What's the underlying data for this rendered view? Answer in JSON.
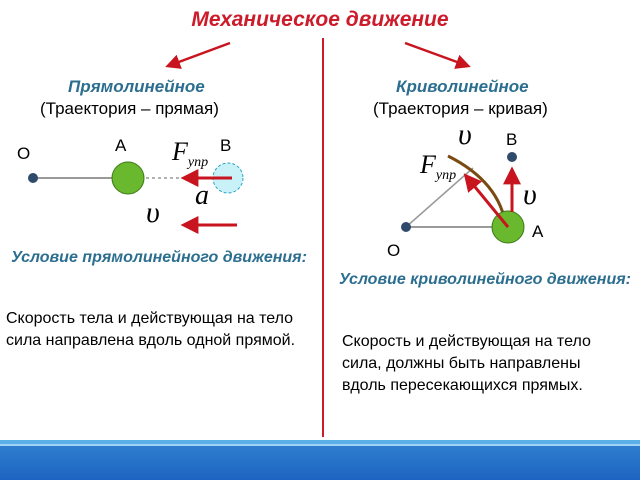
{
  "title": "Механическое движение",
  "left": {
    "heading": "Прямолинейное",
    "subheading": "(Траектория – прямая)",
    "point_o": "О",
    "point_a": "А",
    "point_b": "В",
    "force_label": "F",
    "force_sub": "упр",
    "accel_label": "a",
    "velocity_label": "υ",
    "condition": "Условие прямолинейного движения:",
    "description": "Скорость тела и действующая на тело сила направлена вдоль одной прямой."
  },
  "right": {
    "heading": "Криволинейное",
    "subheading": "(Траектория – кривая)",
    "point_o": "О",
    "point_a": "А",
    "point_b": "В",
    "force_label": "F",
    "force_sub": "упр",
    "velocity_top_label": "υ",
    "velocity_right_label": "υ",
    "condition": "Условие криволинейного движения:",
    "description": "Скорость и действующая на тело сила, должны быть направлены вдоль пересекающихся прямых."
  },
  "colors": {
    "title": "#cc1b2b",
    "heading": "#2c6e8f",
    "arrow": "#c8141e",
    "ball_green": "#6ab82e",
    "ball_cyan": "#c9f1f8",
    "pivot": "#2f4a6b",
    "trajectory": "#7a4a12",
    "band": "#1c64c0"
  }
}
